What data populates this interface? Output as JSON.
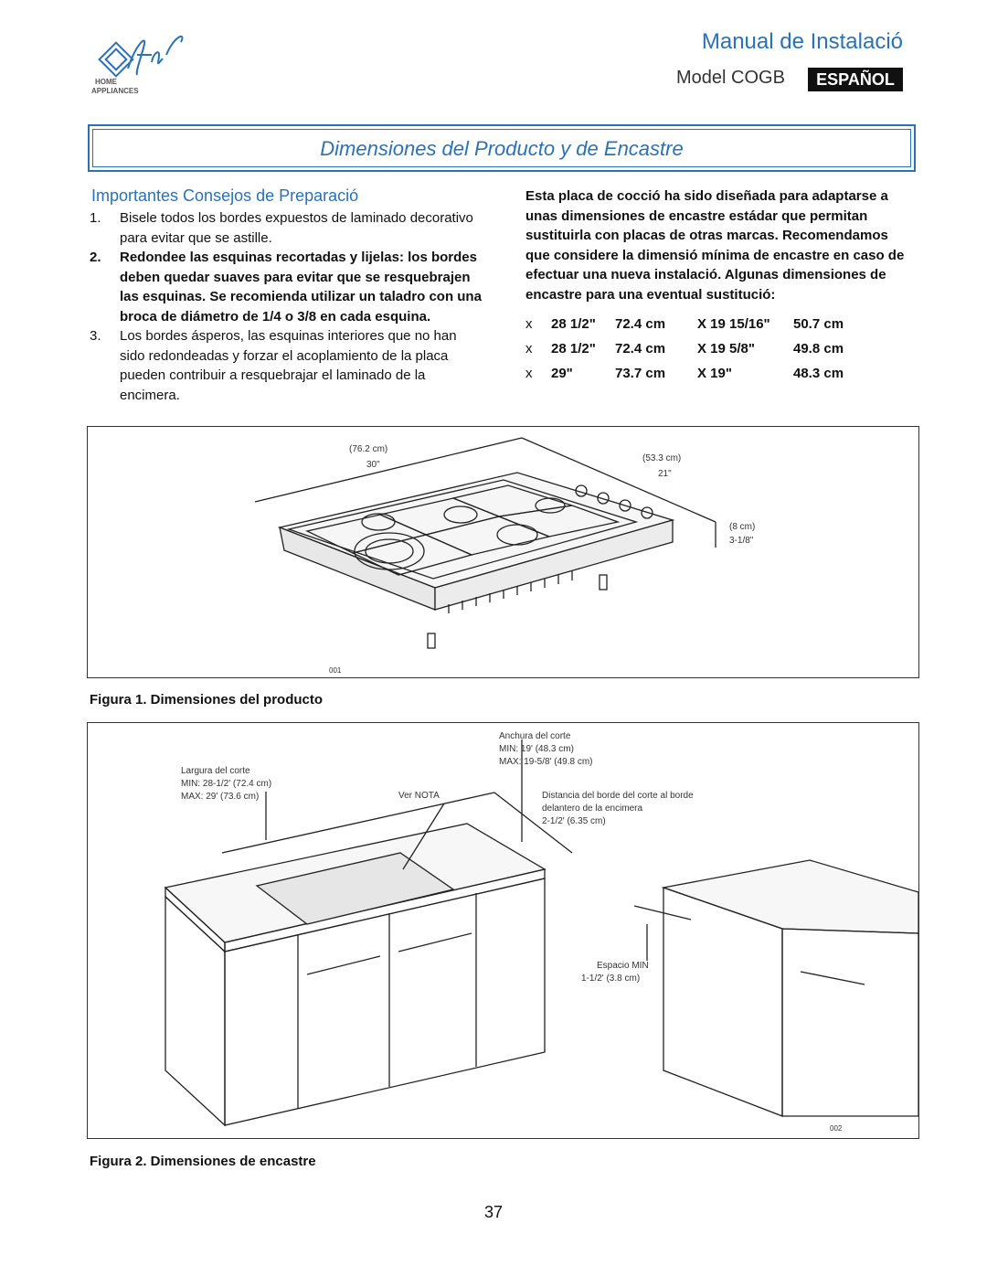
{
  "header": {
    "title": "Manual de Instalació",
    "model": "Model COGB",
    "language_badge": "ESPAÑOL",
    "logo_text_1": "HOME",
    "logo_text_2": "APPLIANCES"
  },
  "section_title": "Dimensiones del Producto y de Encastre",
  "tips": {
    "heading": "Importantes Consejos de Preparació",
    "items": [
      {
        "num": "1.",
        "text": "Bisele todos los bordes expuestos de laminado de­corativo para evitar que se astille."
      },
      {
        "num": "2.",
        "text": "Redondee las esquinas recortadas y lijelas: los bordes deben quedar suaves para evitar que se resquebrajen las esquinas. Se recomienda uti­lizar un taladro con una broca de diámetro de 1/4 o 3/8 en cada esquina."
      },
      {
        "num": "3.",
        "text": "Los bordes ásperos, las esquinas interiores que no han sido redondeadas y forzar el acoplamiento de la placa pueden contribuir a resquebrajar el lami­nado de la encimera."
      }
    ]
  },
  "intro": "Esta placa de cocció ha sido diseñada para adaptarse a unas dimensiones de encastre está­dar que permitan sustituirla con placas de otras marcas. Recomendamos que considere la dimen­sió mínima de encastre en caso de efectuar una nueva instalació. Algunas dimensiones de en­castre para una eventual sustitució:",
  "dimensions": [
    {
      "bullet": "x",
      "a": "28 1/2\"",
      "a_cm": "72.4 cm",
      "b": "X 19 15/16\"",
      "b_cm": "50.7 cm"
    },
    {
      "bullet": "x",
      "a": "28 1/2\"",
      "a_cm": "72.4 cm",
      "b": "X 19 5/8\"",
      "b_cm": "49.8 cm"
    },
    {
      "bullet": "x",
      "a": "29\"",
      "a_cm": "73.7 cm",
      "b": "X 19\"",
      "b_cm": "48.3 cm"
    }
  ],
  "figure1": {
    "label_width_cm": "(76.2 cm)",
    "label_width_in": "30\"",
    "label_depth_cm": "(53.3 cm)",
    "label_depth_in": "21\"",
    "label_height_cm": "(8 cm)",
    "label_height_in": "3-1/8\"",
    "code": "001",
    "caption": "Figura 1. Dimensiones del producto"
  },
  "figure2": {
    "cut_width_title": "Anchura del corte",
    "cut_width_min": "MIN: 19' (48.3 cm)",
    "cut_width_max": "MAX: 19-5/8' (49.8 cm)",
    "cut_length_title": "Largura del corte",
    "cut_length_min": "MIN: 28-1/2' (72.4 cm)",
    "cut_length_max": "MAX: 29' (73.6 cm)",
    "note": "Ver NOTA",
    "edge_distance_1": "Distancia del borde del corte al borde",
    "edge_distance_2": "delantero de la encimera",
    "edge_distance_3": "2-1/2' (6.35 cm)",
    "space_min_1": "Espacio MIN",
    "space_min_2": "1-1/2' (3.8 cm)",
    "code": "002",
    "caption": "Figura 2. Dimensiones de encastre"
  },
  "page_number": "37",
  "colors": {
    "accent": "#2a72b5",
    "badge_bg": "#111111"
  }
}
